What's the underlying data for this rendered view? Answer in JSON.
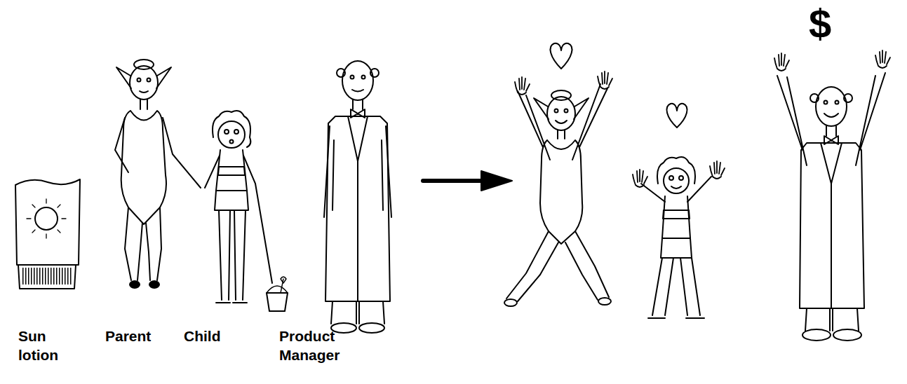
{
  "diagram": {
    "labels": [
      "Sun lotion",
      "Parent",
      "Child",
      "Product Manager",
      "$"
    ]
  }
}
